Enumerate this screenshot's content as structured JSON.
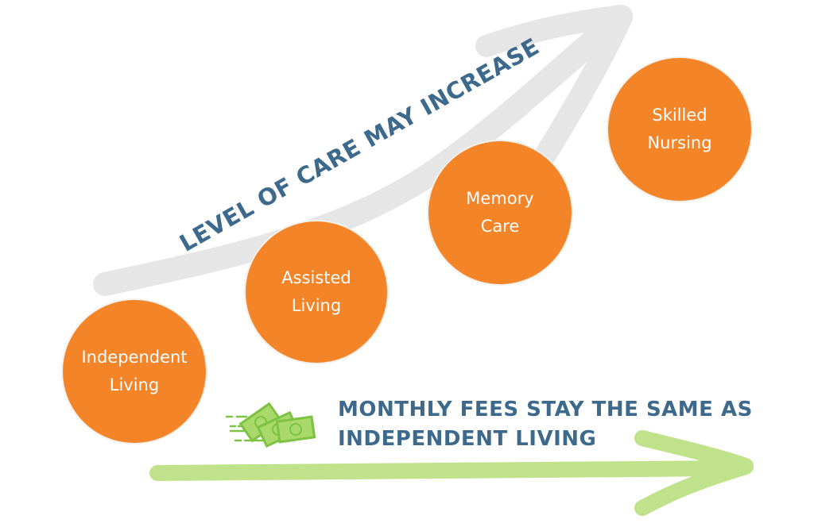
{
  "diagram": {
    "rising_arrow_label": "LEVEL OF CARE MAY INCREASE",
    "flat_arrow_label_lines": [
      "MONTHLY FEES STAY THE SAME AS",
      "INDEPENDENT LIVING"
    ],
    "stages": [
      {
        "label": "Independent\nLiving"
      },
      {
        "label": "Assisted\nLiving"
      },
      {
        "label": "Memory\nCare"
      },
      {
        "label": "Skilled\nNursing"
      }
    ],
    "icons": {
      "money": "money-bills-icon",
      "rising_arrow": "curved-arrow-up-icon",
      "flat_arrow": "arrow-right-icon"
    },
    "colors": {
      "stage_fill": "#f38428",
      "stage_text": "#ffffff",
      "headline_text": "#3d6a8c",
      "rising_arrow": "#e6e6e6",
      "flat_arrow": "#bfe28a",
      "money": "#7cc243"
    }
  }
}
